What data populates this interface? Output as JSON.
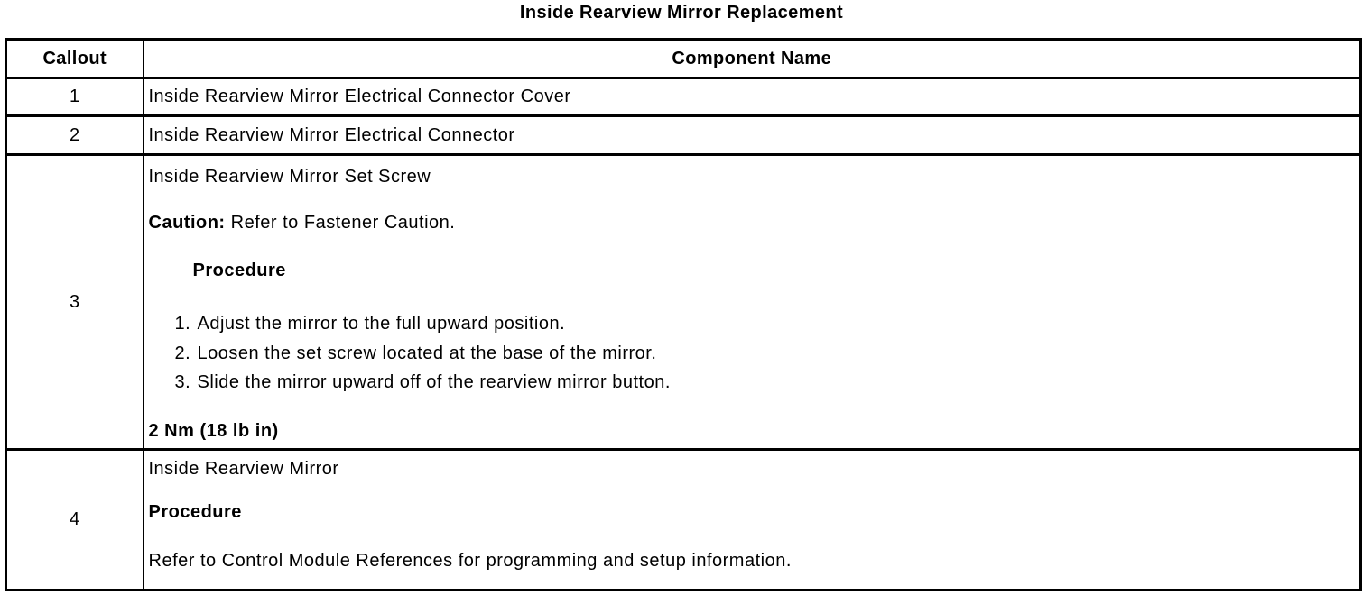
{
  "title": "Inside Rearview Mirror Replacement",
  "table": {
    "columns": [
      "Callout",
      "Component Name"
    ],
    "rows": [
      {
        "callout": "1",
        "component": "Inside Rearview Mirror Electrical Connector Cover"
      },
      {
        "callout": "2",
        "component": "Inside Rearview Mirror Electrical Connector"
      },
      {
        "callout": "3",
        "component": "Inside Rearview Mirror Set Screw",
        "caution_label": "Caution:",
        "caution_text": "Refer to Fastener Caution.",
        "procedure_label": "Procedure",
        "steps": [
          {
            "num": "1.",
            "text": "Adjust the mirror to the full upward position."
          },
          {
            "num": "2.",
            "text": "Loosen the set screw located at the base of the mirror."
          },
          {
            "num": "3.",
            "text": "Slide the mirror upward off of the rearview mirror button."
          }
        ],
        "torque": "2 Nm (18 lb in)"
      },
      {
        "callout": "4",
        "component": "Inside Rearview Mirror",
        "procedure_label": "Procedure",
        "procedure_text": "Refer to Control Module References for programming and setup information."
      }
    ]
  }
}
